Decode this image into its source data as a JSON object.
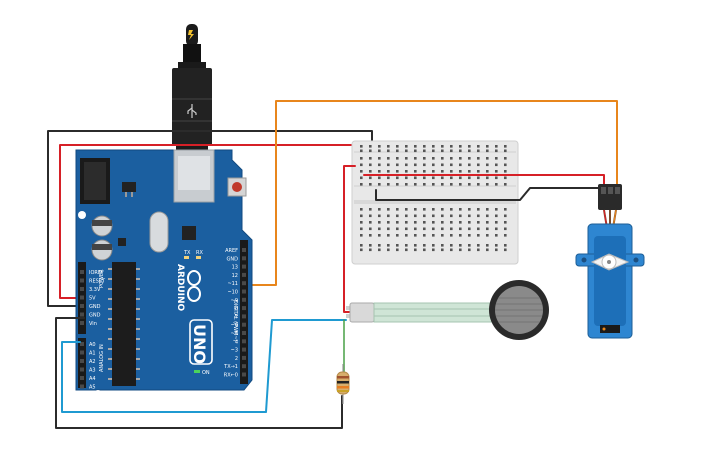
{
  "board": {
    "brand": "ARDUINO",
    "model": "UNO",
    "tx_led": "TX",
    "rx_led": "RX",
    "on_led": "ON",
    "digital_header": "DIGITAL (PWM~)",
    "power_header": "POWER",
    "analog_header": "ANALOG IN",
    "digital_pins": [
      "AREF",
      "GND",
      "13",
      "12",
      "~11",
      "~10",
      "~9",
      "8",
      "7",
      "~6",
      "~5",
      "4",
      "~3",
      "2",
      "TX→1",
      "RX←0"
    ],
    "power_pins": [
      "IOREF",
      "RESET",
      "3.3V",
      "5V",
      "GND",
      "GND",
      "Vin"
    ],
    "analog_pins": [
      "A0",
      "A1",
      "A2",
      "A3",
      "A4",
      "A5"
    ]
  },
  "components": [
    "usb-cable",
    "arduino-uno",
    "mini-breadboard",
    "micro-servo",
    "force-sensor",
    "resistor"
  ],
  "wire_colors": {
    "power": "#d62027",
    "ground": "#2b2b2b",
    "signal_servo": "#e8861c",
    "signal_sensor": "#1f9ad1",
    "sensor_lead": "#49a046"
  }
}
